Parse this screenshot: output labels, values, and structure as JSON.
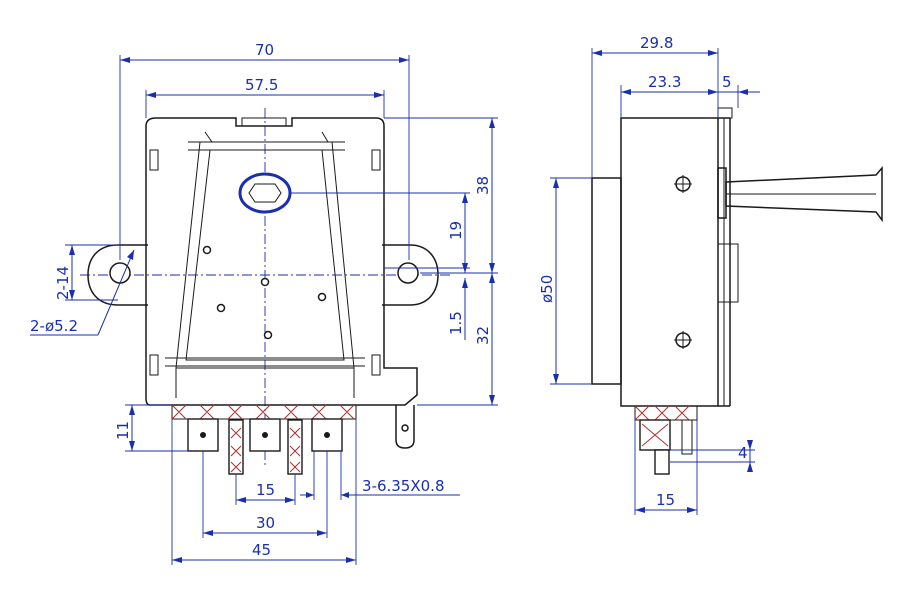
{
  "dimensions": {
    "width_70": "70",
    "width_57_5": "57.5",
    "height_38": "38",
    "offset_19": "19",
    "offset_1_5": "1.5",
    "height_32": "32",
    "ear_height": "2-14",
    "mount_holes": "2-ø5.2",
    "tab_11": "11",
    "pitch_15": "15",
    "pitch_30": "30",
    "pitch_45": "45",
    "terminals": "3-6.35X0.8",
    "depth_29_8": "29.8",
    "depth_23_3": "23.3",
    "shaft_5": "5",
    "diameter_50": "ø50",
    "side_4": "4",
    "side_15": "15"
  },
  "colors": {
    "dimension": "#1a2fb0",
    "part": "#1a1a1a",
    "hatch": "#b03030"
  }
}
